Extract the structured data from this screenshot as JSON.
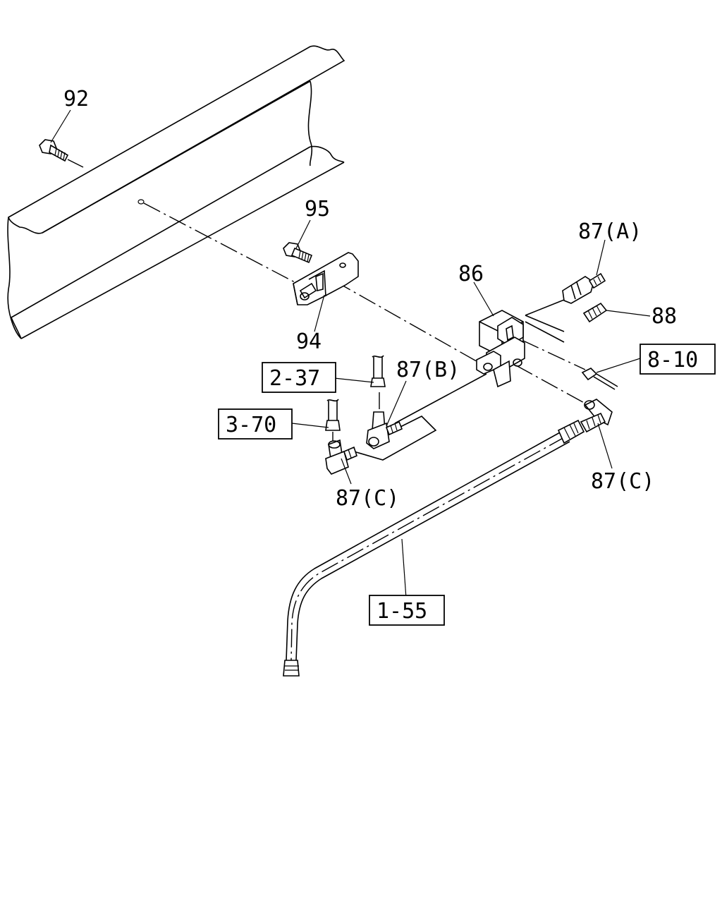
{
  "labels": {
    "bolt_frame": "92",
    "bolt_bracket": "95",
    "bracket": "94",
    "valve": "86",
    "fitting_a": "87(A)",
    "plug": "88",
    "fitting_b": "87(B)",
    "fitting_c_left": "87(C)",
    "fitting_c_right": "87(C)"
  },
  "references": {
    "harness": "8-10",
    "pipe_upper": "2-37",
    "pipe_lower": "3-70",
    "hose": "1-55"
  }
}
